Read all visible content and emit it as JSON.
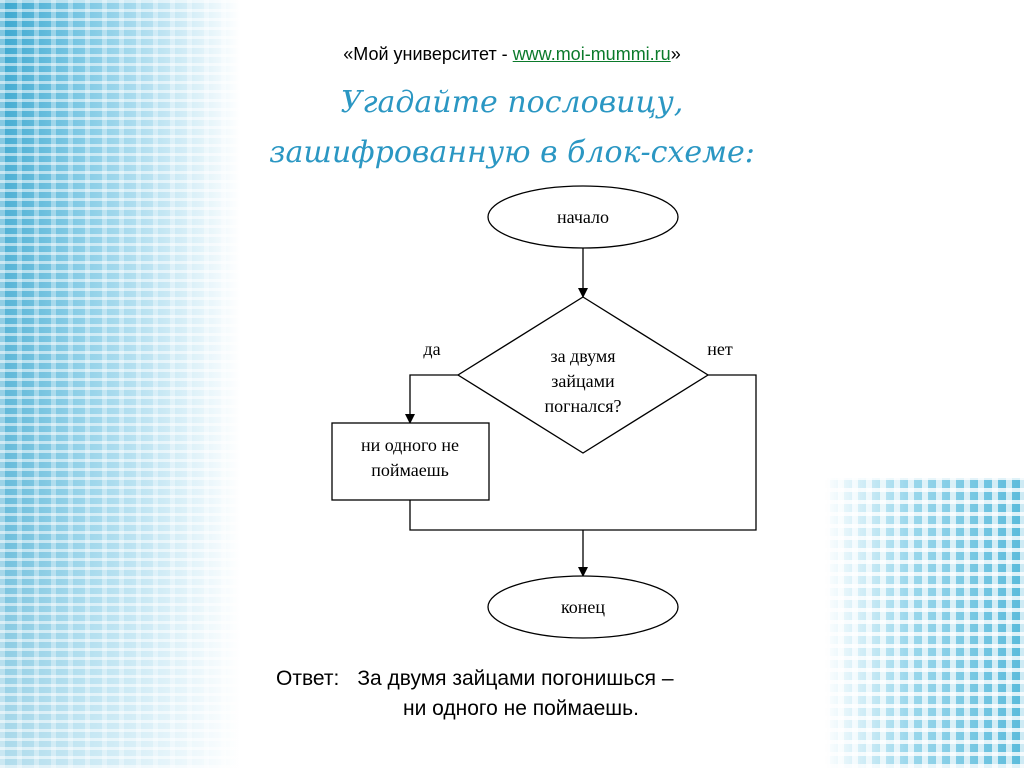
{
  "header": {
    "prefix": "«Мой университет - ",
    "link": "www.moi-mummi.ru",
    "suffix": "»"
  },
  "title": {
    "line1": "Угадайте пословицу,",
    "line2": "зашифрованную в блок-схеме:"
  },
  "flowchart": {
    "start": "начало",
    "decision": [
      "за двумя",
      "зайцами",
      "погнался?"
    ],
    "yes_label": "да",
    "no_label": "нет",
    "process": [
      "ни одного не",
      "поймаешь"
    ],
    "end": "конец"
  },
  "answer": {
    "label": "Ответ:",
    "line1": "За двумя зайцами погонишься –",
    "line2": "ни одного не поймаешь."
  },
  "colors": {
    "title": "#2b97c3",
    "link": "#0b7a2b",
    "background_accent": "#3aa7cf"
  }
}
